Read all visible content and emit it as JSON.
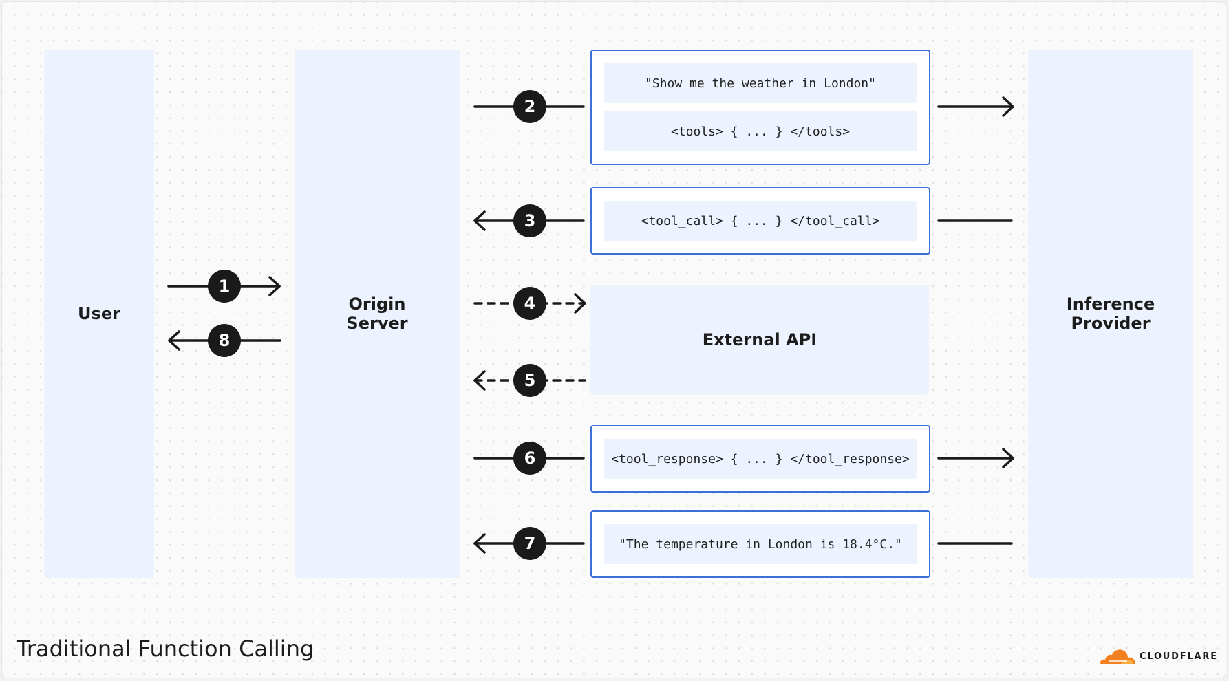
{
  "title": "Traditional Function Calling",
  "columns": {
    "user": "User",
    "origin": "Origin\nServer",
    "inference": "Inference\nProvider"
  },
  "external_api": "External API",
  "messages": {
    "m2a": "\"Show me the weather in London\"",
    "m2b": "<tools> { ... } </tools>",
    "m3": "<tool_call> { ... } </tool_call>",
    "m6": "<tool_response> { ... } </tool_response>",
    "m7": "\"The temperature in London is 18.4°C.\""
  },
  "steps": [
    "1",
    "2",
    "3",
    "4",
    "5",
    "6",
    "7",
    "8"
  ],
  "logo": {
    "text": "CLOUDFLARE",
    "color": "#f38020"
  },
  "colors": {
    "column_fill": "#ecf3fe",
    "box_border": "#3c6fd8",
    "arrow": "#1a1a1a"
  }
}
